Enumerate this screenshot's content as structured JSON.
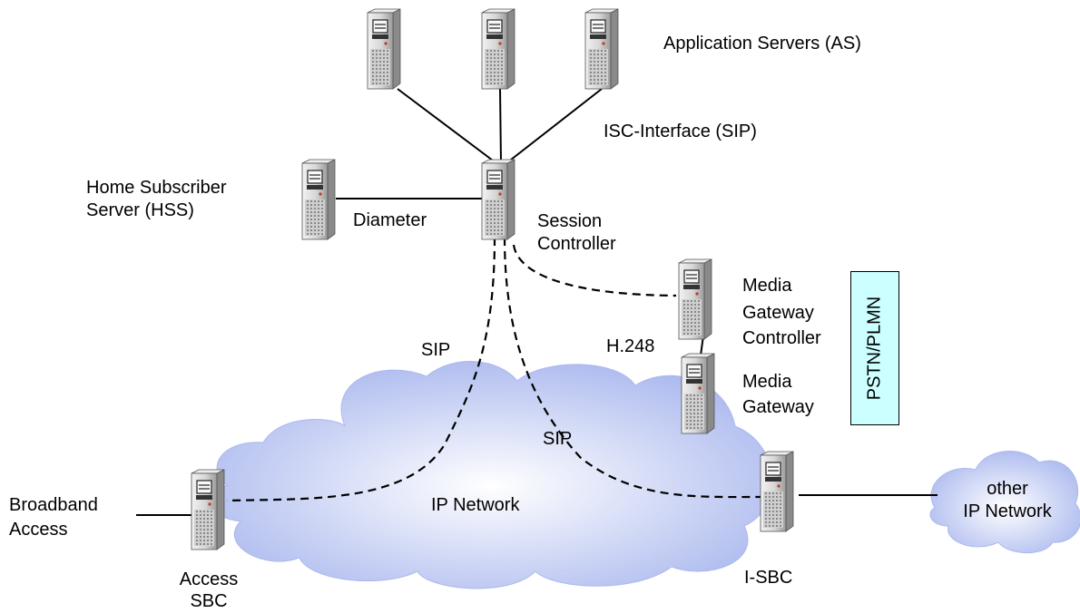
{
  "diagram": {
    "nodes": {
      "application_servers": "Application Servers (AS)",
      "isc_interface": "ISC-Interface (SIP)",
      "hss_line1": "Home Subscriber",
      "hss_line2": "Server (HSS)",
      "diameter": "Diameter",
      "session_controller_line1": "Session",
      "session_controller_line2": "Controller",
      "mgc_line1": "Media",
      "mgc_line2": "Gateway",
      "mgc_line3": "Controller",
      "h248": "H.248",
      "mg_line1": "Media",
      "mg_line2": "Gateway",
      "pstn": "PSTN/PLMN",
      "sip_left": "SIP",
      "sip_right": "SIP",
      "ip_network": "IP Network",
      "broadband_line1": "Broadband",
      "broadband_line2": "Access",
      "access_sbc_line1": "Access",
      "access_sbc_line2": "SBC",
      "isbc": "I-SBC",
      "other_ip_line1": "other",
      "other_ip_line2": "IP Network"
    },
    "colors": {
      "cloud_fill": "#bcc8f2",
      "pstn_fill": "#ccffff",
      "server_body": "#d8d8d8"
    }
  }
}
